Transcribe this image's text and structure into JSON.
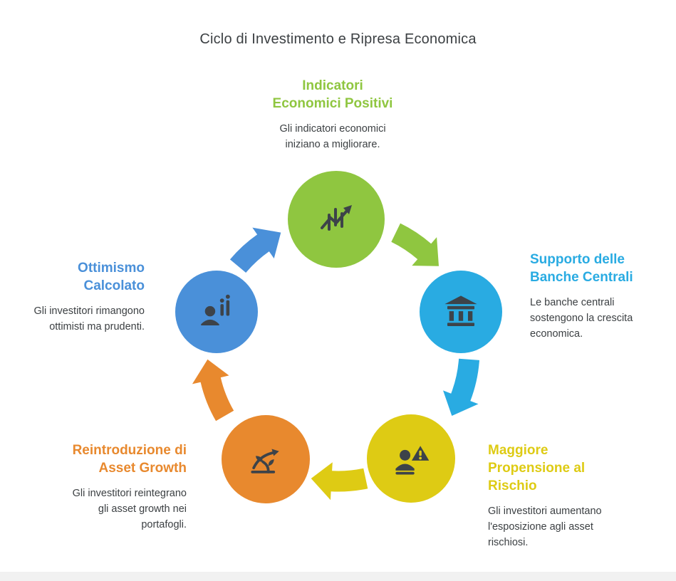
{
  "title": "Ciclo di Investimento e Ripresa Economica",
  "diagram": {
    "type": "cycle",
    "direction": "clockwise",
    "icon_color": "#3d4349",
    "text_color": "#3c4043",
    "nodes": [
      {
        "id": "positive-indicators",
        "label": "Indicatori\nEconomici Positivi",
        "description": "Gli indicatori economici\niniziano a migliorare.",
        "color": "#8fc640",
        "icon": "chart-growth-icon",
        "position": "top"
      },
      {
        "id": "central-bank-support",
        "label": "Supporto delle\nBanche Centrali",
        "description": "Le banche centrali\nsostengono la crescita\neconomica.",
        "color": "#29abe2",
        "icon": "bank-icon",
        "position": "right"
      },
      {
        "id": "risk-appetite",
        "label": "Maggiore\nPropensione al\nRischio",
        "description": "Gli investitori aumentano\nl'esposizione agli asset\nrischiosi.",
        "color": "#decb14",
        "icon": "risk-warning-icon",
        "position": "bottom-right"
      },
      {
        "id": "asset-growth-reintroduction",
        "label": "Reintroduzione di\nAsset Growth",
        "description": "Gli investitori reintegrano\ngli asset growth nei\nportafogli.",
        "color": "#e8892e",
        "icon": "growth-plant-icon",
        "position": "bottom-left"
      },
      {
        "id": "calculated-optimism",
        "label": "Ottimismo\nCalcolato",
        "description": "Gli investitori rimangono\nottimisti ma prudenti.",
        "color": "#4a90d9",
        "icon": "person-chart-icon",
        "position": "left"
      }
    ]
  }
}
